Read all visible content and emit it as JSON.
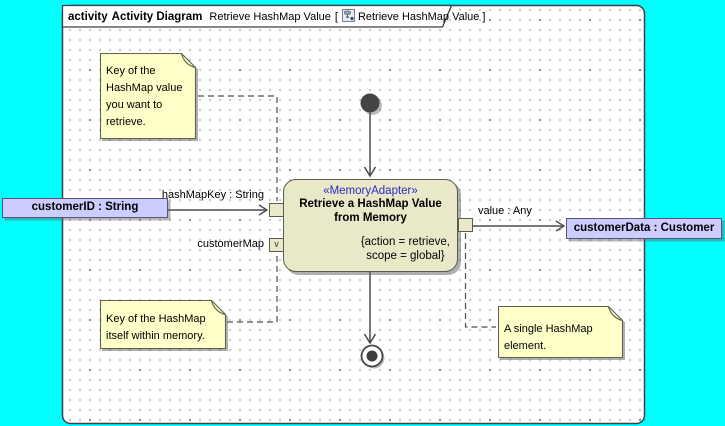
{
  "header": {
    "kind": "activity",
    "type_label": "Activity Diagram",
    "name": "Retrieve HashMap Value",
    "open_bracket": "[",
    "ref_name": "Retrieve HashMap Value",
    "close_bracket": "]"
  },
  "action": {
    "stereotype": "«MemoryAdapter»",
    "name": "Retrieve a HashMap Value\nfrom Memory",
    "constraint": "{action = retrieve,\nscope = global}"
  },
  "pins": {
    "input_key_label": "hashMapKey : String",
    "input_map_label": "customerMap",
    "output_label": "value : Any",
    "value_pin_symbol": "∨"
  },
  "parameters": {
    "input": "customerID : String",
    "output": "customerData : Customer"
  },
  "notes": {
    "key_of_value": "Key of the\nHashMap value\nyou want to\nretrieve.",
    "key_of_map": "Key of the HashMap\nitself within memory.",
    "single_element": "A single HashMap\nelement."
  },
  "colors": {
    "canvas": "#00FFFF",
    "frame_border": "#3F3F47",
    "note_fill": "#FFFFC9",
    "action_fill": "#E9E9C9",
    "parameter_fill": "#CCCCFF",
    "stereotype_text": "#2B2BC4",
    "edge": "#4D4D4D"
  }
}
